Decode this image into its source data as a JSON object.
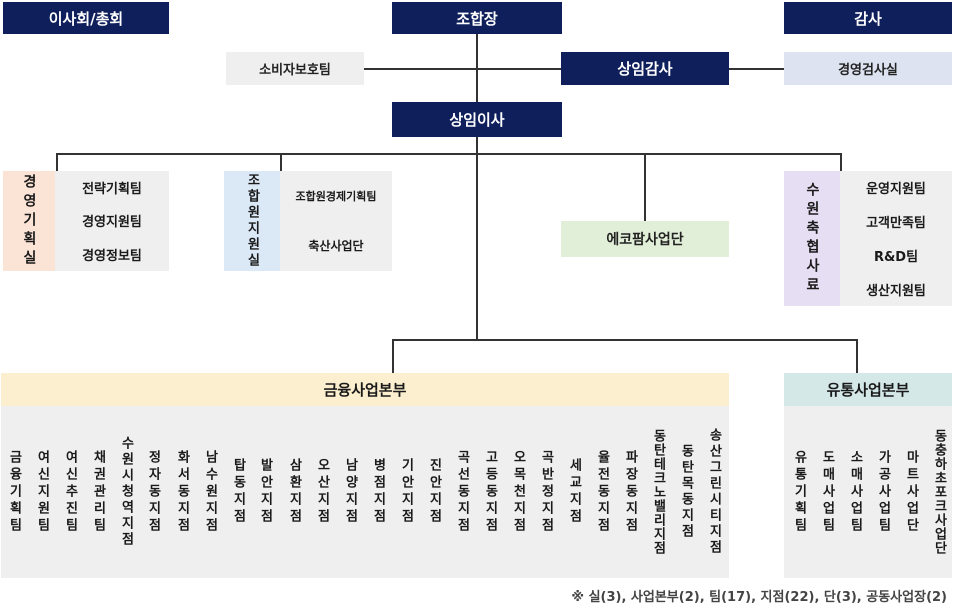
{
  "top": {
    "board": "이사회/총회",
    "president": "조합장",
    "auditor": "감사",
    "consumer_team": "소비자보호팀",
    "standing_auditor": "상임감사",
    "audit_office": "경영검사실",
    "standing_director": "상임이사"
  },
  "mgmt_planning": {
    "label": "경영기획실",
    "teams": [
      "전략기획팀",
      "경영지원팀",
      "경영정보팀"
    ]
  },
  "member_support": {
    "label": "조합원지원실",
    "teams": [
      "조합원경제기획팀",
      "축산사업단"
    ]
  },
  "ecofarm": "에코팜사업단",
  "suwon_livestock": {
    "label": "수원축협사료",
    "teams": [
      "운영지원팀",
      "고객만족팀",
      "R&D팀",
      "생산지원팀"
    ]
  },
  "finance": {
    "title": "금융사업본부",
    "units": [
      "금융기획팀",
      "여신지원팀",
      "여신추진팀",
      "채권관리팀",
      "수원시청역지점",
      "정자동지점",
      "화서동지점",
      "남수원지점",
      "탑동지점",
      "발안지점",
      "삼환지점",
      "오산지점",
      "남양지점",
      "병점지점",
      "기안지점",
      "진안지점",
      "곡선동지점",
      "고등동지점",
      "오목천지점",
      "곡반정지점",
      "세교지점",
      "율전동지점",
      "파장동지점",
      "동탄테크노밸리지점",
      "동탄목동지점",
      "송산그린시티지점"
    ]
  },
  "distribution": {
    "title": "유통사업본부",
    "units": [
      "유통기획팀",
      "도매사업팀",
      "소매사업팀",
      "가공사업팀",
      "마트사업단",
      "동충하초포크사업단"
    ]
  },
  "footnote": "※ 실(3), 사업본부(2), 팀(17), 지점(22), 단(3), 공동사업장(2)"
}
